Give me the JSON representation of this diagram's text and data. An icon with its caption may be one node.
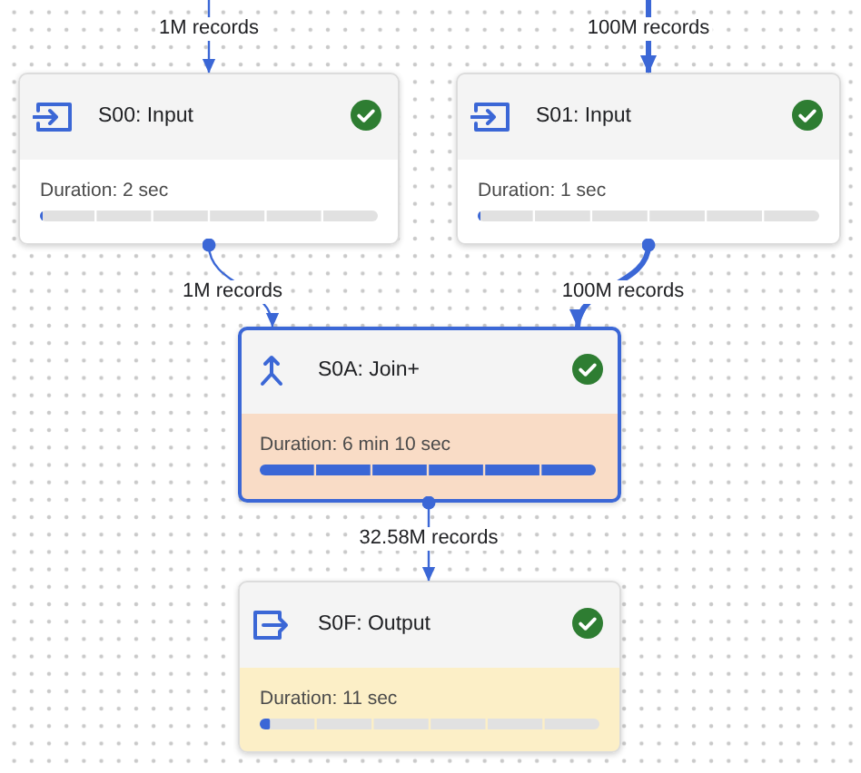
{
  "diagram": {
    "nodes": [
      {
        "text": [
          "S00: Input",
          "Duration: 2 sec"
        ]
      },
      {
        "text": [
          "S01: Input",
          "Duration: 1 sec"
        ]
      },
      {
        "text": [
          "S0A: Join+",
          "Duration: 6 min 10 sec"
        ]
      },
      {
        "text": [
          "S0F: Output",
          "Duration: 11 sec"
        ]
      }
    ],
    "edges": [
      {
        "from": null,
        "to": 0,
        "arrow": "to",
        "label": "1M records"
      },
      {
        "from": null,
        "to": 1,
        "arrow": "to",
        "label": "100M records",
        "style": "thick"
      },
      {
        "from": 0,
        "to": 2,
        "arrow": "to",
        "label": "1M records"
      },
      {
        "from": 1,
        "to": 2,
        "arrow": "to",
        "label": "100M records",
        "style": "thick"
      },
      {
        "from": 2,
        "to": 3,
        "arrow": "to",
        "label": "32.58M records"
      }
    ]
  }
}
